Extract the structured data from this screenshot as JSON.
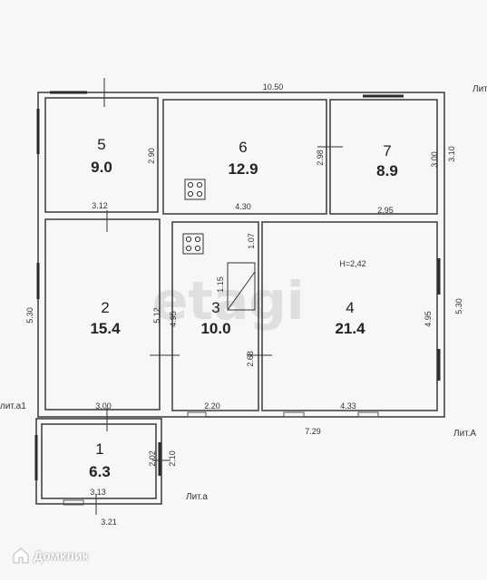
{
  "top_dims": {
    "total_width": "10.50"
  },
  "rooms": [
    {
      "num": "5",
      "area": "9.0"
    },
    {
      "num": "6",
      "area": "12.9"
    },
    {
      "num": "7",
      "area": "8.9"
    },
    {
      "num": "2",
      "area": "15.4"
    },
    {
      "num": "3",
      "area": "10.0"
    },
    {
      "num": "4",
      "area": "21.4"
    },
    {
      "num": "1",
      "area": "6.3"
    }
  ],
  "dims": {
    "d_290": "2.90",
    "d_298": "2.98",
    "d_300": "3.00",
    "d_310": "3.10",
    "d_312": "3.12",
    "d_430": "4.30",
    "d_295": "2.95",
    "d_107": "1.07",
    "d_115": "1.15",
    "d_530_left": "5.30",
    "d_530_right": "5.30",
    "d_512": "5.12",
    "d_495_left": "4.95",
    "d_495_right": "4.95",
    "d_268": "2.68",
    "d_300_bottom": "3.00",
    "d_220": "2.20",
    "d_433": "4.33",
    "d_729": "7.29",
    "d_202": "2.02",
    "d_210": "2.10",
    "d_313": "3.13",
    "d_321": "3.21",
    "ceiling": "H=2,42"
  },
  "labels": {
    "lit_top": "Лит",
    "lit_a1": "лит.а1",
    "lit_A": "Лит.А",
    "lit_a": "Лит.а"
  },
  "watermark": "etagi",
  "brand": {
    "name": "Домклик"
  }
}
